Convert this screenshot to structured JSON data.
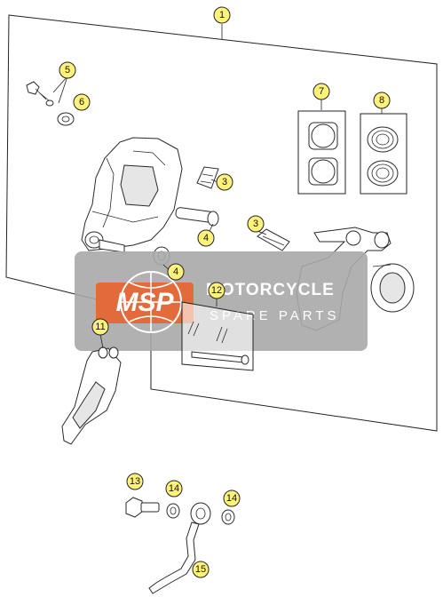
{
  "callouts": {
    "c1": "1",
    "c3a": "3",
    "c3b": "3",
    "c4a": "4",
    "c4b": "4",
    "c5": "5",
    "c6": "6",
    "c7": "7",
    "c8": "8",
    "c11": "11",
    "c12": "12",
    "c13": "13",
    "c14a": "14",
    "c14b": "14",
    "c15": "15"
  },
  "watermark": {
    "brand": "MSP",
    "line1": "MOTORCYCLE",
    "line2": "SPARE PARTS"
  },
  "colors": {
    "callout_fill": "#fff27a",
    "watermark_box": "#a9a9a9",
    "watermark_accent": "#e8632f"
  }
}
